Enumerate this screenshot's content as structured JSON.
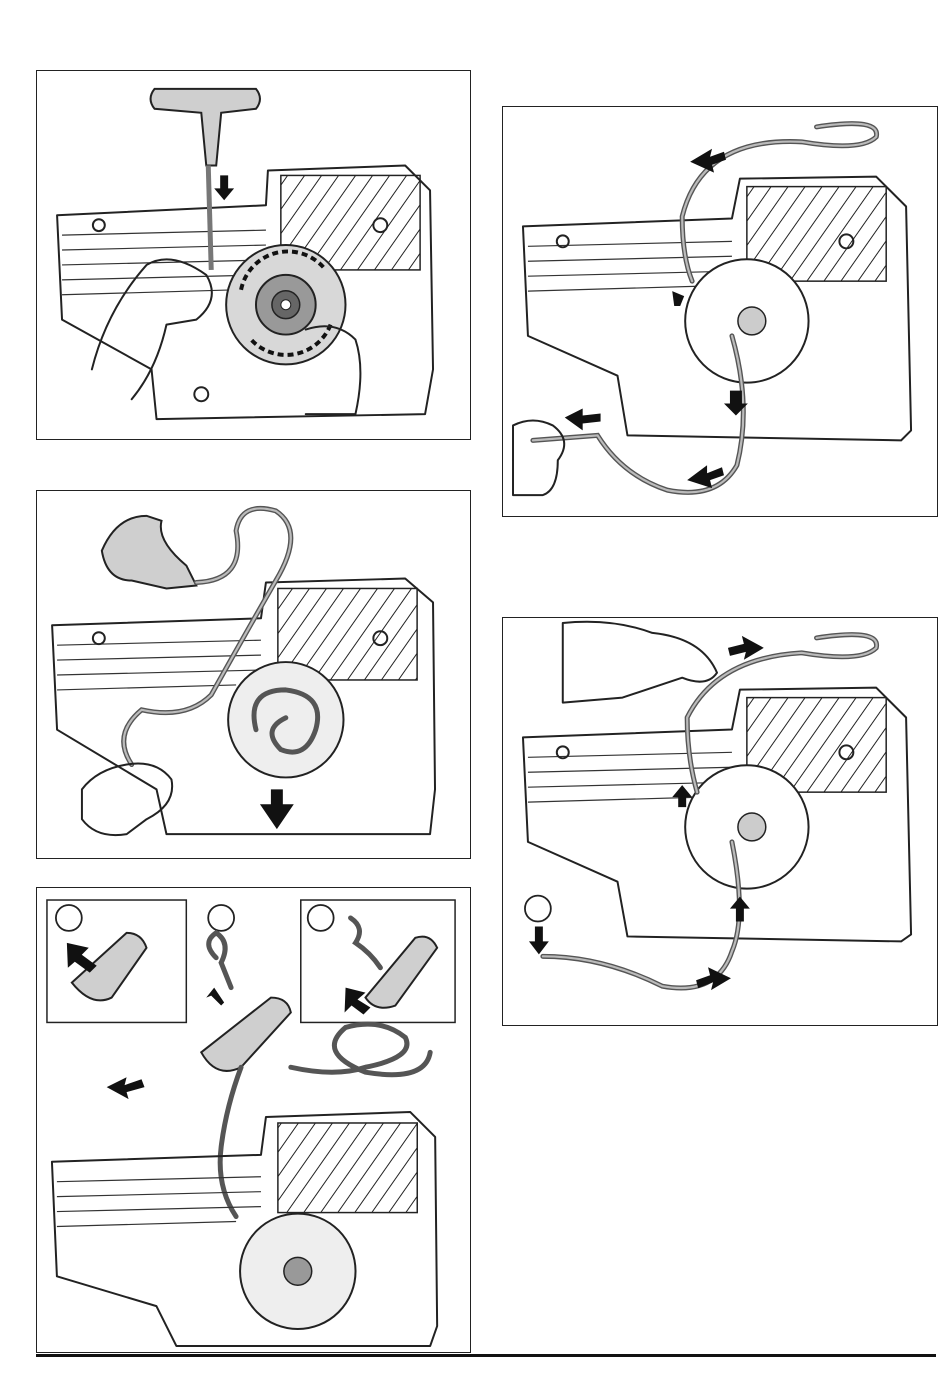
{
  "figures": [
    {
      "id": "rope-removal-step",
      "callouts": []
    },
    {
      "id": "rope-pull-out-step",
      "callouts": []
    },
    {
      "id": "handle-knot-step",
      "callouts": [
        "",
        "",
        ""
      ]
    },
    {
      "id": "rope-routing-step",
      "callouts": []
    },
    {
      "id": "rope-tension-step",
      "callouts": [
        ""
      ]
    }
  ],
  "colors": {
    "line": "#222222",
    "rope": "#555555",
    "pulley": "#d8d8d8",
    "page": "#ffffff"
  }
}
